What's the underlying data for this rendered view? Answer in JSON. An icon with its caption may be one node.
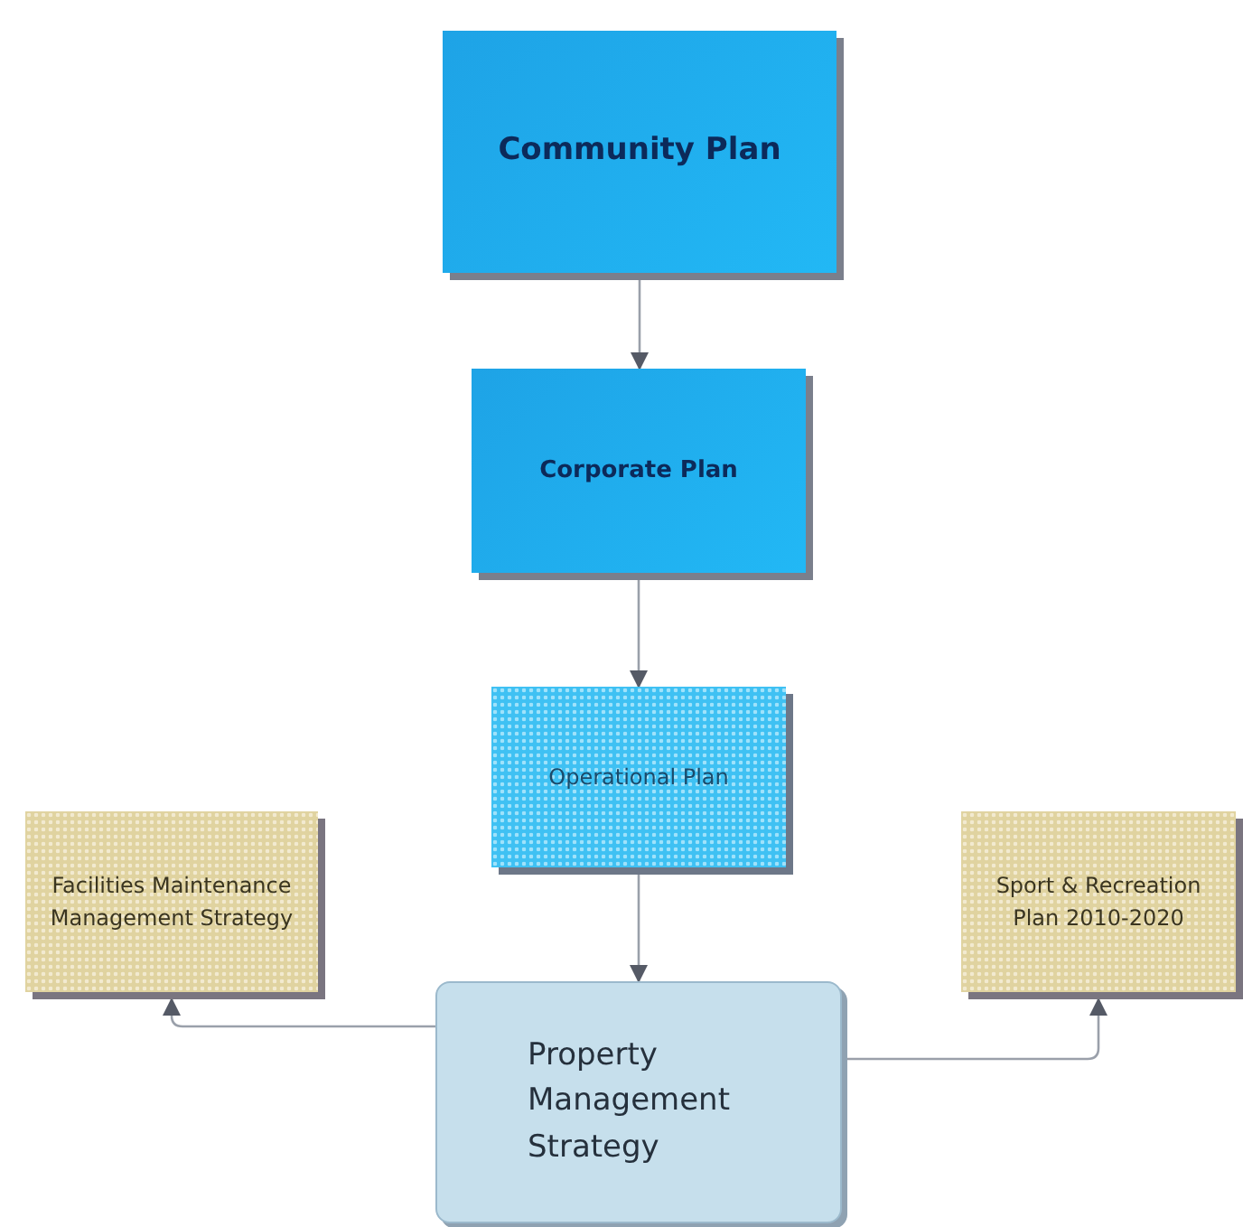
{
  "diagram": {
    "nodes": [
      {
        "text": [
          "Community Plan"
        ]
      },
      {
        "text": [
          "Corporate Plan"
        ]
      },
      {
        "text": [
          "Operational Plan"
        ]
      },
      {
        "text": [
          "Facilities Maintenance Management Strategy"
        ]
      },
      {
        "text": [
          "Sport & Recreation Plan 2010-2020"
        ]
      },
      {
        "text": [
          "Property Management Strategy"
        ]
      }
    ],
    "edges": [
      {
        "from": 0,
        "to": 1,
        "arrow": "to"
      },
      {
        "from": 1,
        "to": 2,
        "arrow": "to"
      },
      {
        "from": 2,
        "to": 5,
        "arrow": "to"
      },
      {
        "from": 5,
        "to": 3,
        "arrow": "to"
      },
      {
        "from": 5,
        "to": 4,
        "arrow": "to"
      }
    ]
  }
}
